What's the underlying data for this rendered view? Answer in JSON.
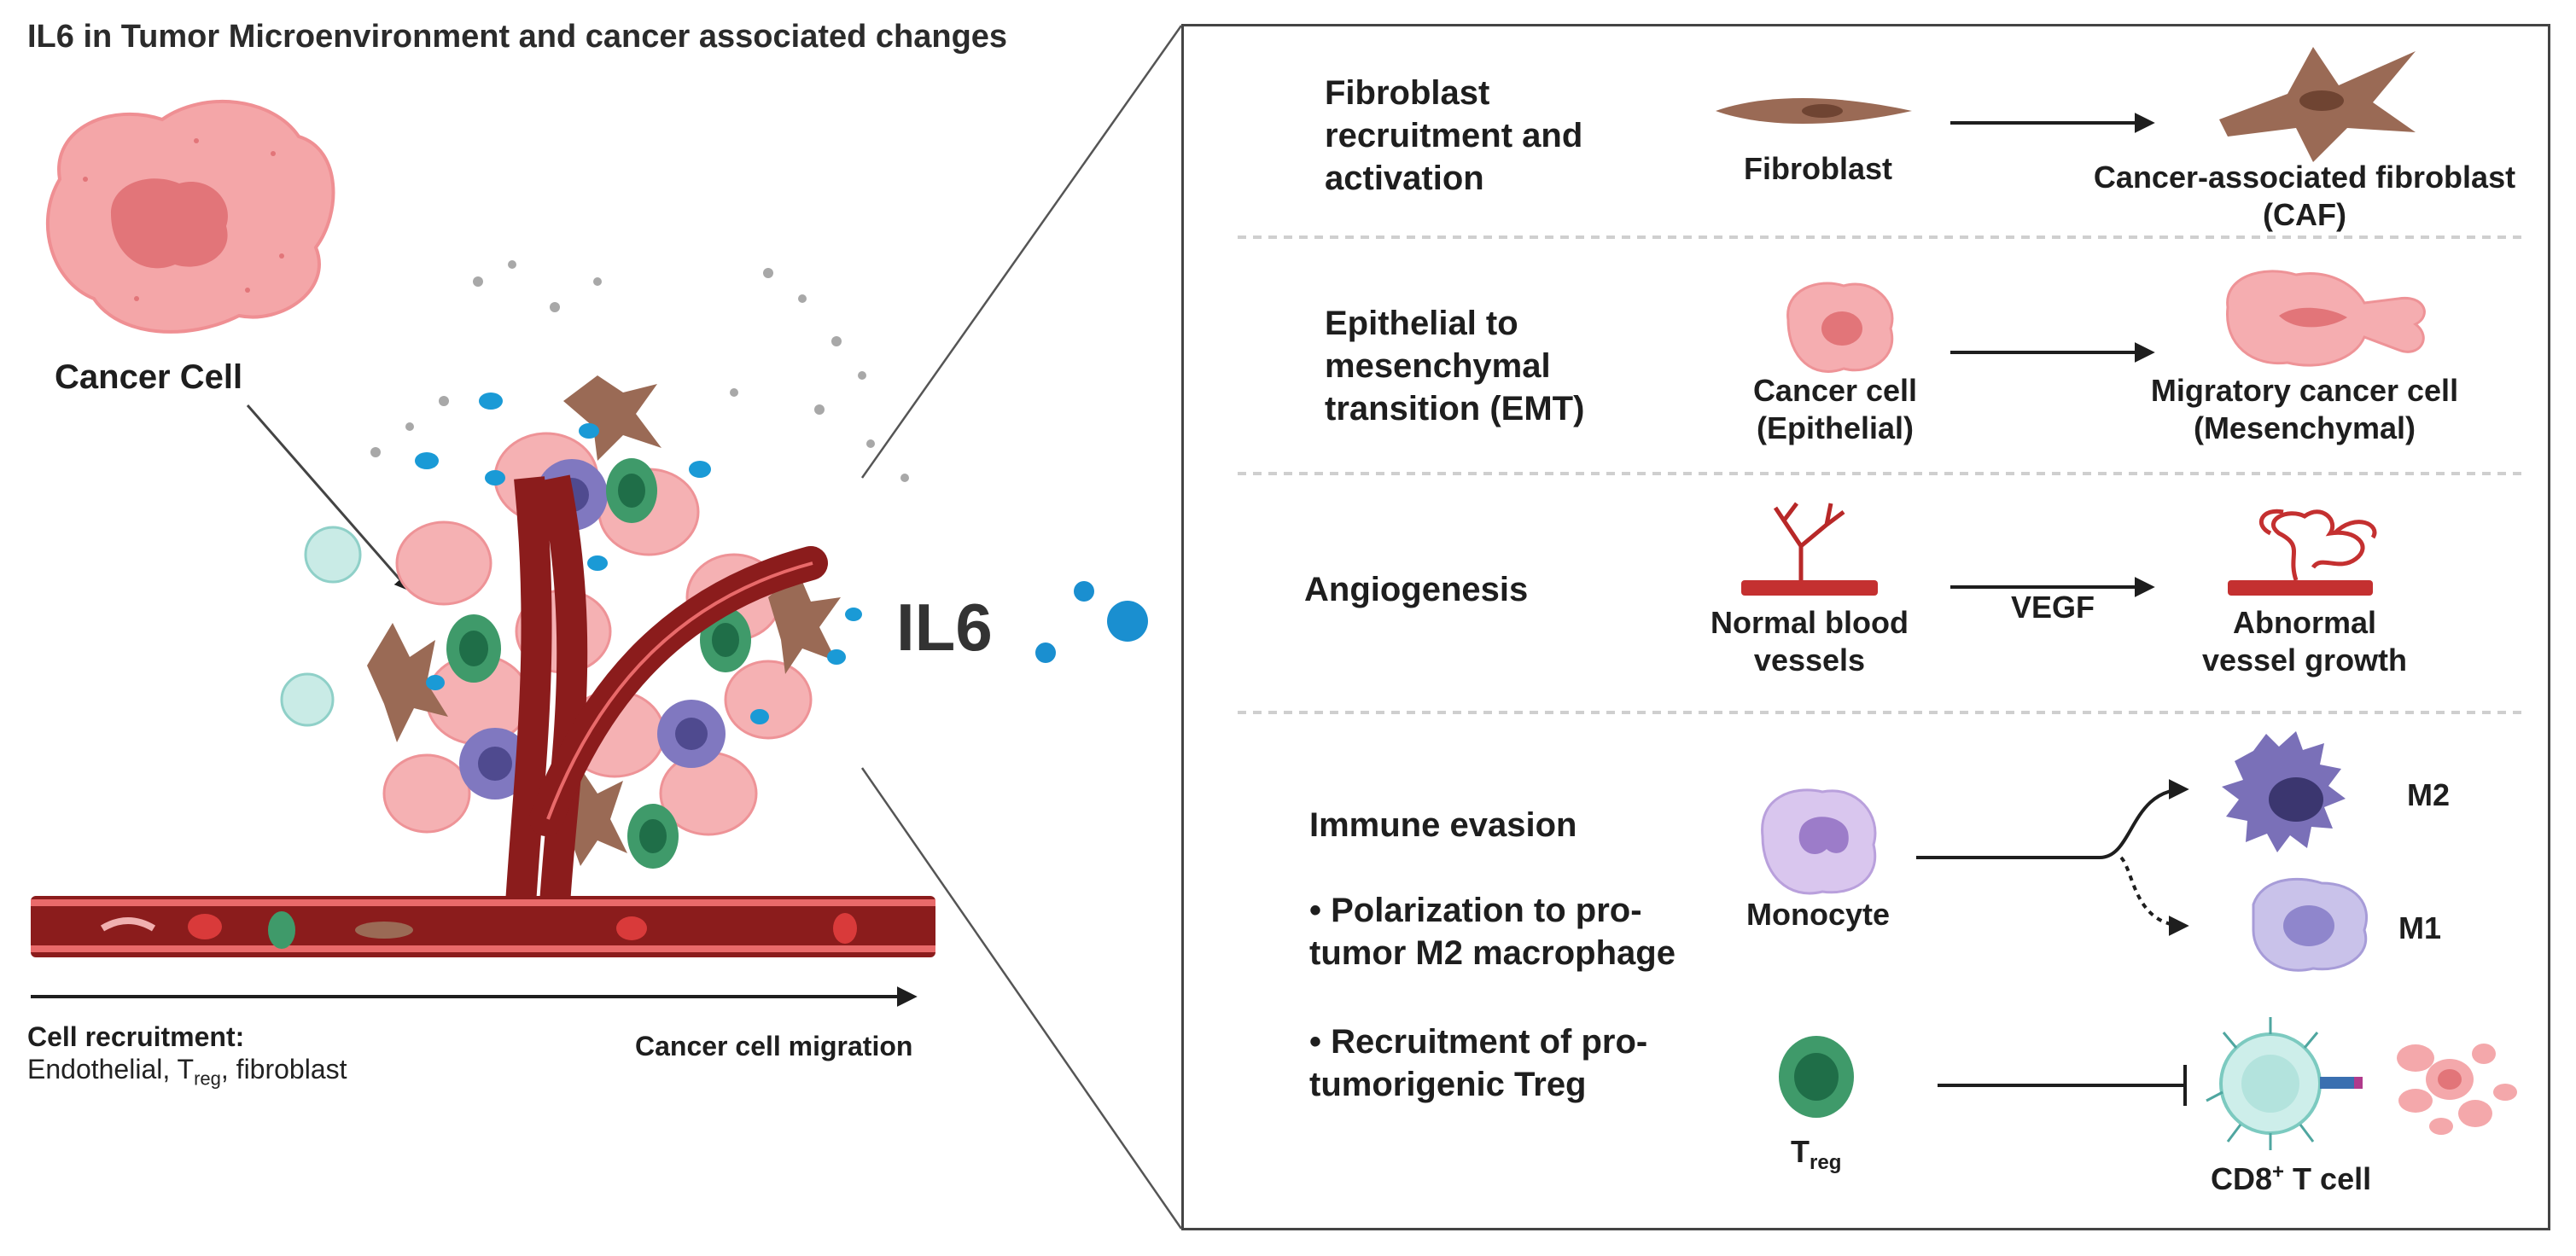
{
  "title": "IL6 in Tumor Microenvironment and cancer associated changes",
  "left": {
    "cancer_cell_label": "Cancer Cell",
    "il6_label": "IL6",
    "footer_heading": "Cell recruitment:",
    "footer_text_prefix": "Endothelial, T",
    "footer_text_sub": "reg",
    "footer_text_suffix": ", fibroblast",
    "migration_label": "Cancer cell migration"
  },
  "panel": {
    "rows": [
      {
        "title_lines": [
          "Fibroblast",
          "recruitment and",
          "activation"
        ],
        "from_label": [
          "Fibroblast"
        ],
        "to_label": [
          "Cancer-associated fibroblast",
          "(CAF)"
        ]
      },
      {
        "title_lines": [
          "Epithelial to",
          "mesenchymal",
          "transition (EMT)"
        ],
        "from_label": [
          "Cancer cell",
          "(Epithelial)"
        ],
        "to_label": [
          "Migratory cancer cell",
          "(Mesenchymal)"
        ]
      },
      {
        "title_lines": [
          "Angiogenesis"
        ],
        "from_label": [
          "Normal blood",
          "vessels"
        ],
        "arrow_label": "VEGF",
        "to_label": [
          "Abnormal",
          "vessel growth"
        ]
      }
    ],
    "immune": {
      "title": "Immune evasion",
      "bullet1": [
        "• Polarization to pro-",
        "tumor M2 macrophage"
      ],
      "bullet2": [
        "• Recruitment of pro-",
        "tumorigenic Treg"
      ],
      "monocyte_label": "Monocyte",
      "m2_label": "M2",
      "m1_label": "M1",
      "treg_prefix": "T",
      "treg_sub": "reg",
      "cd8_prefix": "CD8",
      "cd8_sup": "+",
      "cd8_suffix": " T cell"
    }
  },
  "colors": {
    "cancer_pink": "#f2a1a4",
    "cancer_nucleus": "#e07478",
    "fibroblast_brown": "#9a6a55",
    "vessel_red": "#8b1c1c",
    "vessel_highlight": "#e96a6a",
    "macrophage_purple": "#7a70b8",
    "treg_green": "#3f9a6a",
    "il6_blue": "#1a8fd0",
    "tcell_teal": "#bfe6e2"
  }
}
